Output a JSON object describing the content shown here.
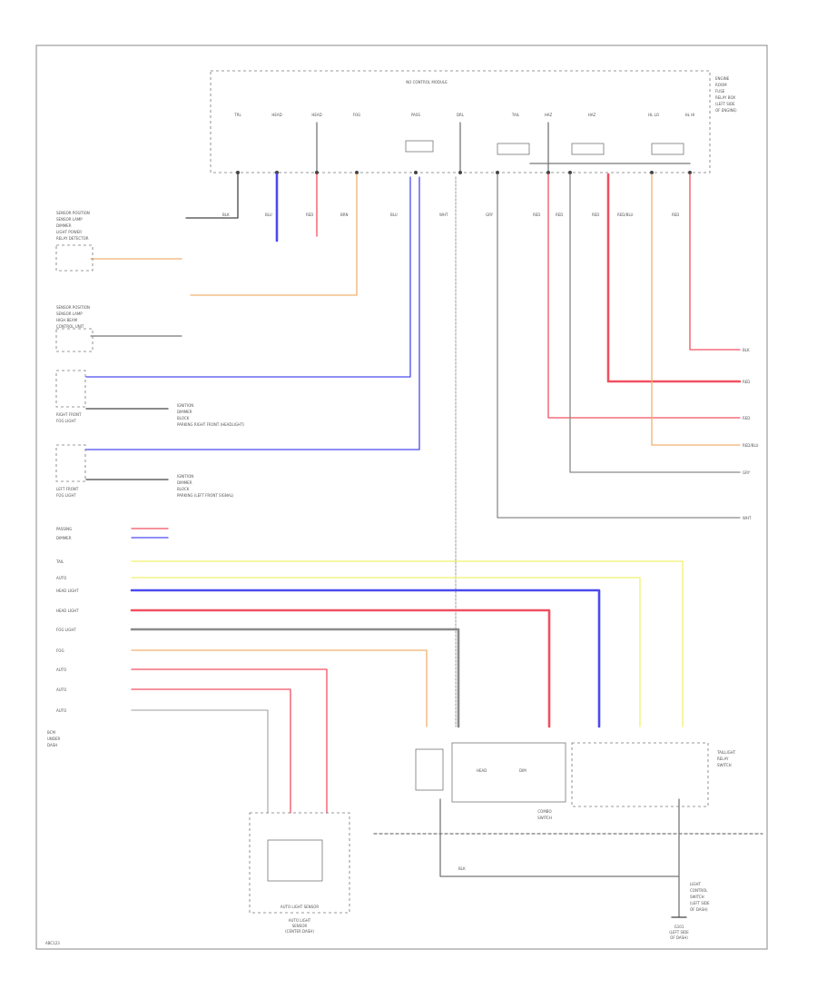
{
  "colors": {
    "blue": "#4a4af0",
    "red": "#f05060",
    "orange": "#f0b070",
    "yellow": "#f0f070",
    "gray": "#8a8a8a",
    "black": "#444444",
    "ltgray": "#b0b0b0"
  },
  "header": {
    "module_title": "NO CONTROL MODULE",
    "right_note": [
      "ENGINE",
      "ROOM",
      "FUSE",
      "RELAY BOX",
      "(LEFT SIDE",
      "OF ENGINE)"
    ]
  },
  "module_pins": [
    "TRL",
    "HEAD",
    "HEAD",
    "FOG",
    "PASS",
    "DRL",
    "TAIL",
    "HAZ",
    "HAZ",
    "HL LO",
    "HL HI"
  ],
  "wire_labels": [
    "BLU",
    "RED",
    "BRN",
    "BLU",
    "WHT",
    "GRY",
    "RED",
    "RED",
    "RED",
    "RED/BLU",
    "RED",
    "BLK",
    "BLK"
  ],
  "left_components": {
    "c1": [
      "SENSOR POSITION",
      "SENSOR LAMP",
      "DIMMER",
      "LIGHT POWER",
      "RELAY DETECTOR"
    ],
    "c2": [
      "SENSOR POSITION",
      "SENSOR LAMP",
      "HIGH BEAM",
      "CONTROL UNIT"
    ],
    "right_front": [
      "RIGHT FRONT",
      "FOG LIGHT"
    ],
    "left_front": [
      "LEFT FRONT",
      "FOG LIGHT"
    ]
  },
  "side_notes": {
    "right_front": [
      "IGNITION",
      "DIMMER",
      "BLOCK",
      "PARKING RIGHT FRONT (HEADLIGHT)"
    ],
    "left_front": [
      "IGNITION",
      "DIMMER",
      "BLOCK",
      "PARKING (LEFT FRONT SIGNAL)"
    ]
  },
  "combo_switch_labels": [
    "PASSING",
    "DIMMER",
    "TAIL",
    "AUTO",
    "HEAD LIGHT",
    "HEAD LIGHT",
    "FOG LIGHT",
    "FOG",
    "AUTO",
    "AUTO",
    "AUTO"
  ],
  "ecu_labels": [
    "BCM",
    "UNDER",
    "DASH"
  ],
  "sensor_box_label": "AUTO LIGHT SENSOR",
  "sensor_caption": [
    "AUTO LIGHT",
    "SENSOR",
    "(CENTER DASH)"
  ],
  "combo_box": [
    "HEAD",
    "DIM"
  ],
  "combo_box_caption": [
    "COMBO",
    "SWITCH"
  ],
  "taillight_caption": [
    "TAILLIGHT",
    "RELAY",
    "SWITCH"
  ],
  "lower_right_caption": [
    "LIGHT",
    "CONTROL",
    "SWITCH",
    "(LEFT SIDE",
    "OF DASH)"
  ],
  "ground_caption": [
    "G101",
    "(LEFT SIDE",
    "OF DASH)"
  ],
  "right_edge_labels": [
    "BLK",
    "RED",
    "RED",
    "RED/BLU",
    "GRY",
    "WHT"
  ],
  "page_code": "ABC123"
}
